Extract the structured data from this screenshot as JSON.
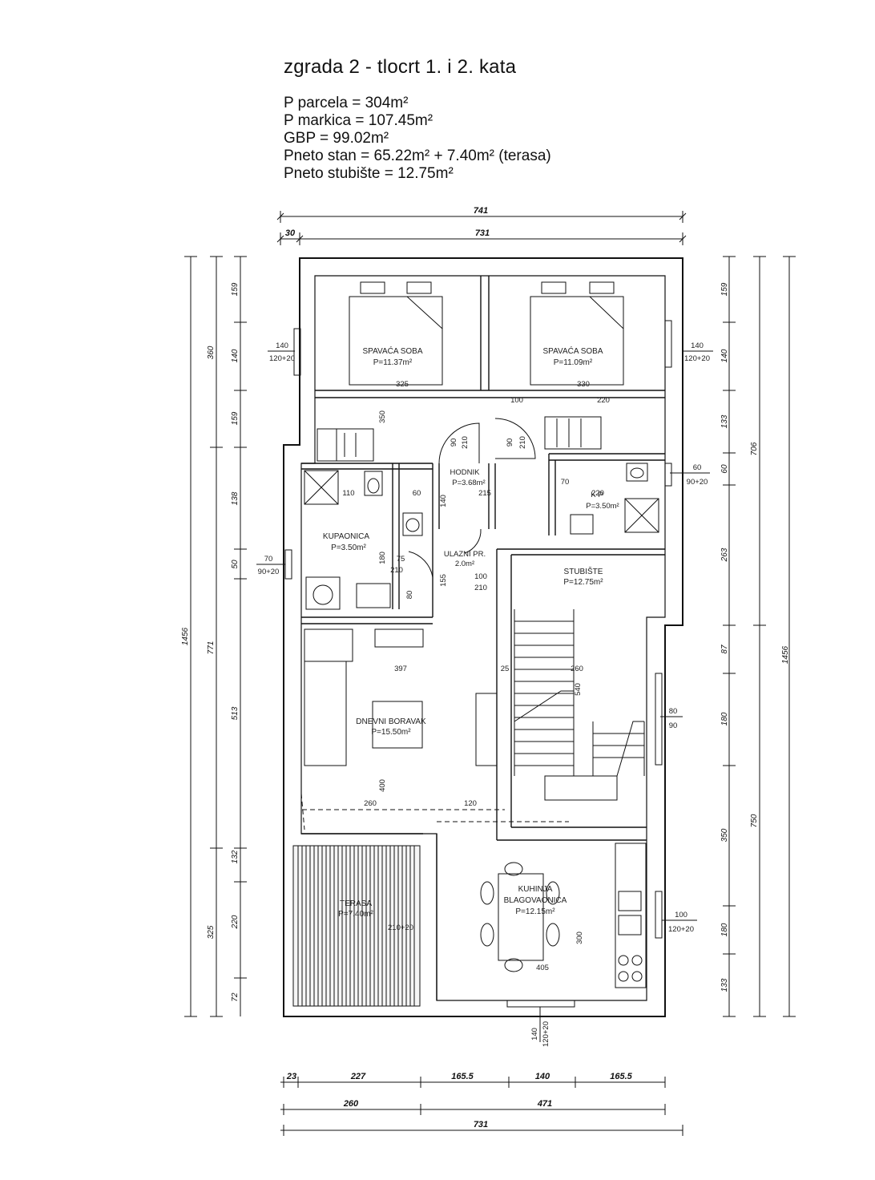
{
  "title": "zgrada 2 - tlocrt 1. i 2. kata",
  "info": [
    "P parcela = 304m²",
    "P markica = 107.45m²",
    "GBP = 99.02m²",
    "Pneto stan = 65.22m² + 7.40m² (terasa)",
    "Pneto stubište = 12.75m²"
  ],
  "rooms": {
    "bedroom1": {
      "name": "SPAVAĆA SOBA",
      "area": "P=11.37m²"
    },
    "bedroom2": {
      "name": "SPAVAĆA SOBA",
      "area": "P=11.09m²"
    },
    "hall": {
      "name": "HODNIK",
      "area": "P=3.68m²"
    },
    "bathroom": {
      "name": "KUPAONICA",
      "area": "P=3.50m²"
    },
    "wc": {
      "name": "K P",
      "area": "P=3.50m²"
    },
    "entry": {
      "name": "ULAZNI PR.",
      "area": "2.0m²"
    },
    "stair": {
      "name": "STUBIŠTE",
      "area": "P=12.75m²"
    },
    "living": {
      "name": "DNEVNI BORAVAK",
      "area": "P=15.50m²"
    },
    "terrace": {
      "name": "TERASA",
      "area": "P=7.40m²"
    },
    "kitchen": {
      "name": "KUHINJA",
      "name2": "BLAGOVAONICA",
      "area": "P=12.15m²"
    }
  },
  "dims": {
    "top_total": "741",
    "top_30": "30",
    "top_731": "731",
    "bottom_row1": [
      "23",
      "227",
      "165.5",
      "140",
      "165.5"
    ],
    "bottom_row2": [
      "260",
      "471"
    ],
    "bottom_total": "731",
    "left_outer": "1456",
    "left_mid": [
      "360",
      "771",
      "325"
    ],
    "left_inner": [
      "159",
      "140",
      "159",
      "138",
      "50",
      "513",
      "132",
      "220",
      "72"
    ],
    "right_outer": "1456",
    "right_mid": [
      "706",
      "750"
    ],
    "right_inner": [
      "159",
      "140",
      "133",
      "60",
      "263",
      "87",
      "180",
      "350",
      "180",
      "133"
    ],
    "win_left_bed": [
      "140",
      "120+20"
    ],
    "win_right_bed": [
      "140",
      "120+20"
    ],
    "win_right_wc": [
      "60",
      "90+20"
    ],
    "win_left_bath": [
      "70",
      "90+20"
    ],
    "win_stair": [
      "80",
      "90"
    ],
    "win_kitchen": [
      "100",
      "120+20"
    ],
    "win_bottom": [
      "140",
      "120+20"
    ],
    "inner": {
      "d325": "325",
      "d330": "330",
      "d100": "100",
      "d220": "220",
      "d350": "350",
      "d90a": "90",
      "d210a": "210",
      "d90b": "90",
      "d210b": "210",
      "d110": "110",
      "d60": "60",
      "d140": "140",
      "d215": "215",
      "d70": "70",
      "d220b": "220",
      "d180": "180",
      "d75": "75",
      "d210c": "210",
      "d80": "80",
      "d155": "155",
      "d100b": "100",
      "d210d": "210",
      "d260": "260",
      "d120": "120",
      "d400": "400",
      "d397": "397",
      "d25": "25",
      "d260b": "260",
      "d540": "540",
      "d405": "405",
      "d300": "300",
      "d210e": "210+20"
    }
  }
}
